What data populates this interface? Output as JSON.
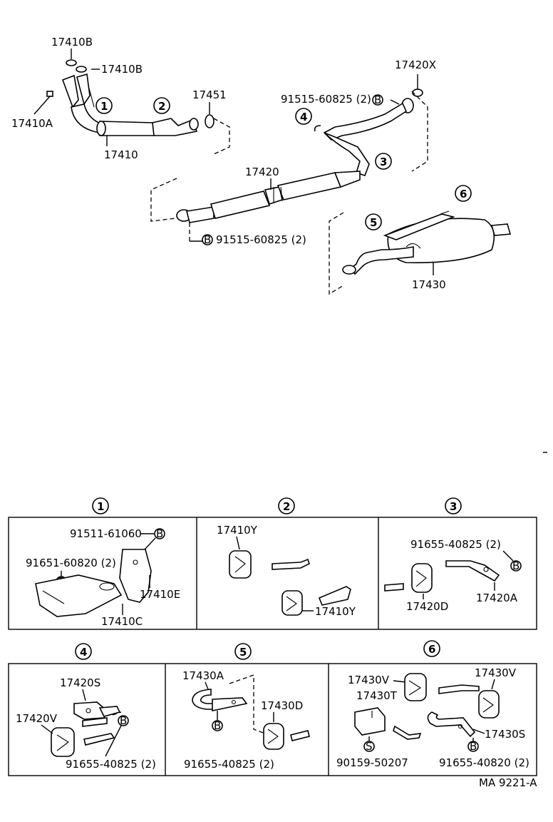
{
  "main_diagram": {
    "labels": {
      "p17410B_top": "17410B",
      "p17410B_right": "17410B",
      "p17410A": "17410A",
      "p17410": "17410",
      "p17451": "17451",
      "p91515_top": "91515-60825 (2)",
      "p17420X": "17420X",
      "p17420": "17420",
      "p91515_bottom": "91515-60825 (2)",
      "p17430": "17430"
    },
    "callouts": [
      "1",
      "2",
      "3",
      "4",
      "5",
      "6"
    ],
    "bolt_marker": "B",
    "stud_marker": "S"
  },
  "detail_panels": {
    "p1": {
      "num": "1",
      "a": "91511-61060",
      "b": "91651-60820 (2)",
      "c": "17410E",
      "d": "17410C"
    },
    "p2": {
      "num": "2",
      "a": "17410Y",
      "b": "17410Y"
    },
    "p3": {
      "num": "3",
      "a": "91655-40825 (2)",
      "b": "17420D",
      "c": "17420A"
    },
    "p4": {
      "num": "4",
      "a": "17420S",
      "b": "17420V",
      "c": "91655-40825 (2)"
    },
    "p5": {
      "num": "5",
      "a": "17430A",
      "b": "17430D",
      "c": "91655-40825 (2)"
    },
    "p6": {
      "num": "6",
      "a": "17430V",
      "b": "17430V",
      "c": "17430T",
      "d": "17430S",
      "e": "90159-50207",
      "f": "91655-40820 (2)"
    }
  },
  "footer": {
    "code": "MA 9221-A"
  }
}
